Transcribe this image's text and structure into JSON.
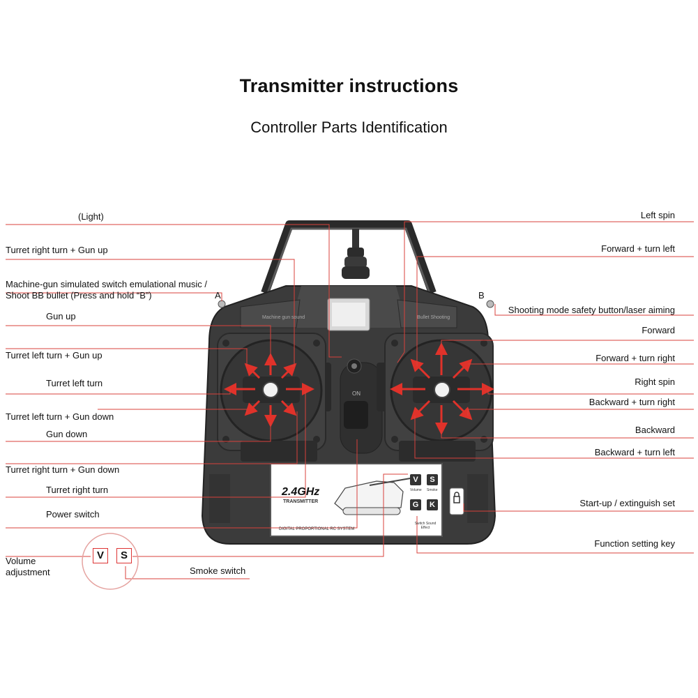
{
  "header": {
    "title": "Transmitter instructions",
    "subtitle": "Controller Parts Identification"
  },
  "left_labels": [
    {
      "text": "(Light)"
    },
    {
      "text": "Turret right turn + Gun up"
    },
    {
      "text": "Machine-gun simulated switch emulational music / Shoot BB bullet (Press and hold “B”)"
    },
    {
      "text": "Gun up"
    },
    {
      "text": "Turret left turn + Gun up"
    },
    {
      "text": "Turret left turn"
    },
    {
      "text": "Turret left turn + Gun down"
    },
    {
      "text": "Gun down"
    },
    {
      "text": "Turret right turn + Gun down"
    },
    {
      "text": "Turret right turn"
    },
    {
      "text": "Power switch"
    },
    {
      "text": "Volume adjustment"
    },
    {
      "text": "Smoke switch"
    }
  ],
  "right_labels": [
    {
      "text": "Left spin"
    },
    {
      "text": "Forward + turn left"
    },
    {
      "text": "Shooting mode safety button/laser aiming"
    },
    {
      "text": "Forward"
    },
    {
      "text": "Forward + turn right"
    },
    {
      "text": "Right spin"
    },
    {
      "text": "Backward + turn right"
    },
    {
      "text": "Backward"
    },
    {
      "text": "Backward + turn left"
    },
    {
      "text": "Start-up / extinguish set"
    },
    {
      "text": "Function setting key"
    }
  ],
  "device": {
    "switch_a": "A",
    "switch_b": "B",
    "left_panel": "Machine gun sound",
    "right_panel": "Bullet Shooting",
    "center_label": "ON",
    "brand_line1": "2.4GHz",
    "brand_line2": "TRANSMITTER",
    "system_text": "DIGITAL PROPORTIONAL RC SYSTEM",
    "keys": [
      "V",
      "S",
      "G",
      "K"
    ],
    "key_captions": [
      "Volume",
      "Smoke"
    ],
    "switch_caption": "Switch Sound Effect",
    "badge_v": "V",
    "badge_s": "S"
  },
  "colors": {
    "leader_line": "#d9413b",
    "arrow": "#e0322a",
    "body": "#3b3b3b",
    "panel": "#4a4a4a"
  }
}
